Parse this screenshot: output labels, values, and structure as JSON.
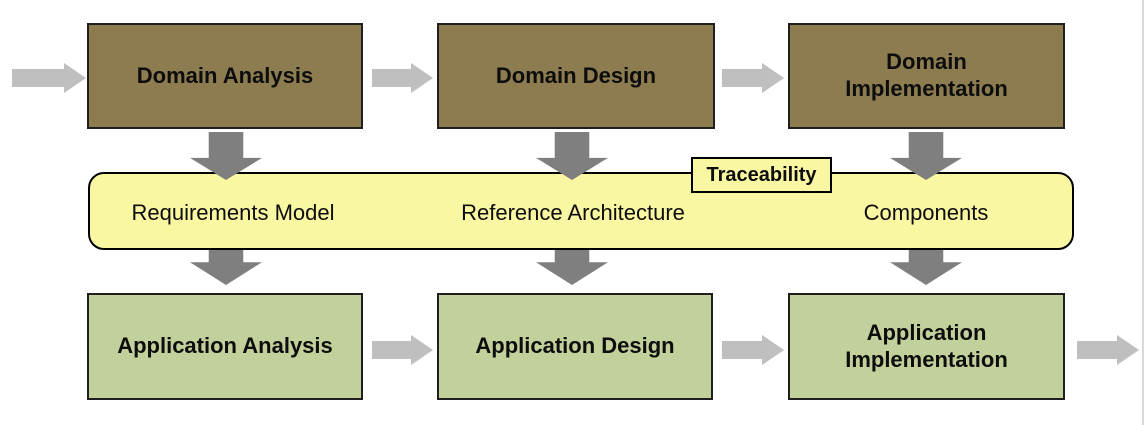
{
  "domain_engineering": {
    "boxes": [
      {
        "label": "Domain Analysis"
      },
      {
        "label": "Domain Design"
      },
      {
        "label": "Domain Implementation"
      }
    ]
  },
  "artifacts_band": {
    "items": [
      {
        "label": "Requirements Model"
      },
      {
        "label": "Reference Architecture"
      },
      {
        "label": "Components"
      }
    ],
    "tag_label": "Traceability"
  },
  "application_engineering": {
    "boxes": [
      {
        "label": "Application Analysis"
      },
      {
        "label": "Application Design"
      },
      {
        "label": "Application Implementation"
      }
    ]
  },
  "colors": {
    "domain_box_fill": "#8c7c50",
    "application_box_fill": "#c2d19c",
    "band_fill": "#faf7a3",
    "box_border": "#1f1f1f",
    "band_border": "#000000",
    "down_arrow": "#7f7f7f",
    "right_arrow": "#bfbfbf",
    "slide_edge": "#d9d9d9"
  }
}
